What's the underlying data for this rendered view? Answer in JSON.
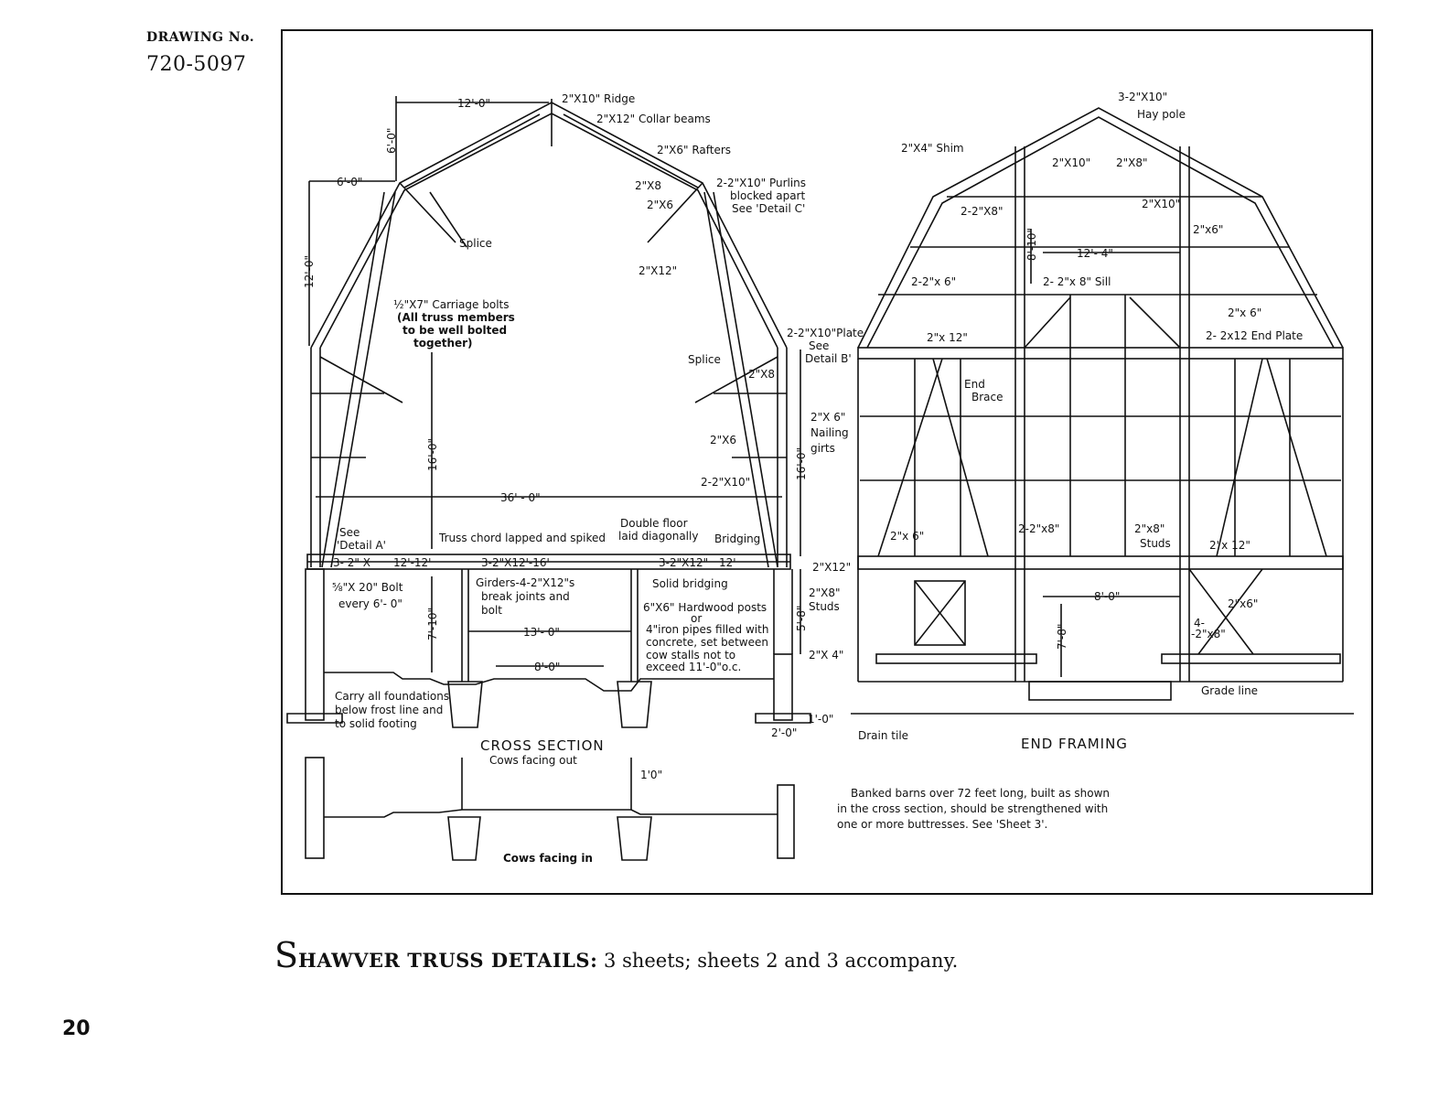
{
  "header": {
    "drawing_label": "DRAWING No.",
    "drawing_number": "720-5097"
  },
  "cross_section": {
    "title": "CROSS SECTION",
    "subtitle": "Cows facing out",
    "lower_subtitle": "Cows facing in",
    "labels": {
      "ridge": "2\"X10\" Ridge",
      "collar": "2\"X12\" Collar beams",
      "rafters": "2\"X6\" Rafters",
      "purlins1": "2-2\"X10\" Purlins",
      "purlins2": "blocked apart",
      "purlins3": "See 'Detail C'",
      "x8": "2\"X8",
      "x6": "2\"X6",
      "x12": "2\"X12\"",
      "splice1": "Splice",
      "splice2": "Splice",
      "bolts1": "½\"X7\" Carriage bolts",
      "bolts2": "(All truss members",
      "bolts3": "to be well bolted",
      "bolts4": "together)",
      "plate1": "2-2\"X10\"Plate",
      "plate2": "See",
      "plate3": "Detail B'",
      "x8b": "2\"X8",
      "x6b": "2\"X6",
      "x10b": "2-2\"X10\"",
      "seeA1": "See",
      "seeA2": "'Detail A'",
      "chord": "Truss chord lapped and spiked",
      "floor1": "Double floor",
      "floor2": "laid diagonally",
      "bridging": "Bridging",
      "joist1": "3- 2\" X",
      "joist2": "12'-12'",
      "joist3": "3-2\"X12'-16'",
      "joist4": "3-2\"X12\"",
      "joist5": "12'",
      "x12c": "2\"X12\"",
      "bolt1": "⅝\"X 20\" Bolt",
      "bolt2": "every 6'- 0\"",
      "girders1": "Girders-4-2\"X12\"s",
      "girders2": "break joints and",
      "girders3": "bolt",
      "solid": "Solid bridging",
      "studs1": "2\"X8\"",
      "studs2": "Studs",
      "posts1": "6\"X6\" Hardwood posts",
      "posts2": "or",
      "posts3": "4\"iron pipes filled with",
      "posts4": "concrete, set between",
      "posts5": "cow stalls not to",
      "posts6": "exceed 11'-0\"o.c.",
      "x4": "2\"X 4\"",
      "found1": "Carry all foundations",
      "found2": "below frost line and",
      "found3": "to solid footing"
    },
    "dims": {
      "d12": "12'-0\"",
      "d6v": "6'-0\"",
      "d6h": "6'-0\"",
      "d12v": "12'-0\"",
      "d16": "16'-0\"",
      "d36": "36' - 0\"",
      "d16r": "16'-0\"",
      "d710": "7'-10\"",
      "d13": "13'- 0\"",
      "d8": "8'-0\"",
      "d58": "5'-8\"",
      "d1": "1'-0\"",
      "d2": "2'-0\"",
      "d1b": "1'0\""
    }
  },
  "end_framing": {
    "title": "END FRAMING",
    "labels": {
      "haypole1": "3-2\"X10\"",
      "haypole2": "Hay pole",
      "shim": "2\"X4\" Shim",
      "x10": "2\"X10\"",
      "x8": "2\"X8\"",
      "x8b": "2-2\"X8\"",
      "x10r": "2\"X10\"",
      "x6r": "2\"x6\"",
      "x6l": "2-2\"x 6\"",
      "sill": "2- 2\"x 8\" Sill",
      "x6r2": "2\"x 6\"",
      "x12": "2\"x 12\"",
      "endplate": "2- 2x12 End Plate",
      "brace1": "End",
      "brace2": "Brace",
      "nail1": "2\"X 6\"",
      "nail2": "Nailing",
      "nail3": "girts",
      "x6c": "2\"x 6\"",
      "x8c": "2-2\"x8\"",
      "studs1": "2\"x8\"",
      "studs2": "Studs",
      "x12d": "2\"x 12\"",
      "x12e": "2\"X12\"",
      "x6d": "2\"x6\"",
      "x8d1": "4-",
      "x8d2": "-2\"x8\"",
      "grade": "Grade line",
      "drain": "Drain tile"
    },
    "dims": {
      "d810": "8'-10\"",
      "d124": "12'- 4\"",
      "d80": "8'-0\"",
      "d78": "7'-8\""
    }
  },
  "note": {
    "line1": "Banked barns over 72 feet long, built as shown",
    "line2": "in the cross section, should be strengthened with",
    "line3": "one or more buttresses. See 'Sheet 3'."
  },
  "caption": {
    "first_letter": "S",
    "rest": "HAWVER TRUSS DETAILS:",
    "tail": " 3 sheets; sheets 2 and 3 accompany."
  },
  "page_number": "20"
}
